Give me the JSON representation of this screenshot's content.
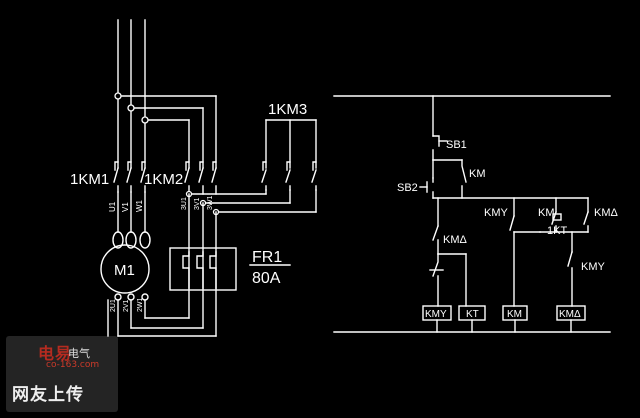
{
  "colors": {
    "background": "#000000",
    "line": "#ffffff",
    "watermark_red": "#b52b20"
  },
  "labels": {
    "contactor_1km3": "1KM3",
    "contactor_1km1": "1KM1",
    "contactor_1km2": "1KM2",
    "overload_relay": "FR1",
    "overload_rating": "80A",
    "motor": "M1",
    "terminal_u1": "U1",
    "terminal_v1": "V1",
    "terminal_w1": "W1",
    "terminal_3u1": "3U1",
    "terminal_3v1": "3V1",
    "terminal_3w1": "3W1",
    "terminal_2u1": "2U1",
    "terminal_2v1": "2V1",
    "terminal_2w1": "2W1",
    "stop_button": "SB1",
    "start_button": "SB2",
    "km_holding": "KM",
    "kmy_nc": "KMY",
    "km_nc": "KM",
    "kmdelta_nc": "KMΔ",
    "timer_nc": "1KT",
    "kmdelta_branch": "KMΔ",
    "kmy_interlock": "KMY",
    "coil_kmy": "KMY",
    "coil_kt": "KT",
    "coil_km": "KM",
    "coil_kmdelta": "KMΔ"
  },
  "watermark": {
    "logo": "电易",
    "elec": "电气",
    "url": "co-163.com",
    "share": "网友上传"
  }
}
